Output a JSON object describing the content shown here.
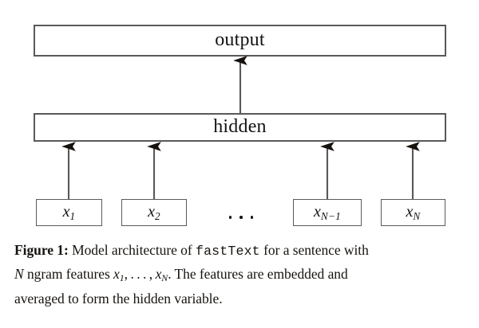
{
  "figure": {
    "type": "neural-network-architecture-diagram",
    "layers": {
      "output": {
        "label": "output"
      },
      "hidden": {
        "label": "hidden"
      }
    },
    "inputs": [
      {
        "name": "input-x1",
        "base": "x",
        "sub": "1",
        "sub_style": "roman"
      },
      {
        "name": "input-x2",
        "base": "x",
        "sub": "2",
        "sub_style": "roman"
      },
      {
        "name": "input-xn-1",
        "base": "x",
        "sub": "N−1",
        "sub_style": "italic-mixed"
      },
      {
        "name": "input-xn",
        "base": "x",
        "sub": "N",
        "sub_style": "italic"
      }
    ],
    "ellipsis": "· · ·",
    "edges": {
      "hidden_to_output": 1,
      "inputs_to_hidden": 4,
      "direction": "upward"
    },
    "colors": {
      "box_border": "#59595a",
      "background": "#ffffff",
      "ink": "#15120f",
      "arrow": "#4f4f50"
    }
  },
  "caption": {
    "figure_label": "Figure 1:",
    "line1_a": " Model architecture of ",
    "line1_mono": "fastText",
    "line1_b": " for a sentence with",
    "line2_a": "N",
    "line2_b": " ngram features ",
    "line2_math_x1": "x",
    "line2_math_x1_sub": "1",
    "line2_math_mid": ", . . . , ",
    "line2_math_xn": "x",
    "line2_math_xn_sub": "N",
    "line2_c": ". The features are embedded and",
    "line3": "averaged to form the hidden variable.",
    "full_text": "Figure 1: Model architecture of fastText for a sentence with N ngram features x1, . . . , xN. The features are embedded and averaged to form the hidden variable."
  }
}
